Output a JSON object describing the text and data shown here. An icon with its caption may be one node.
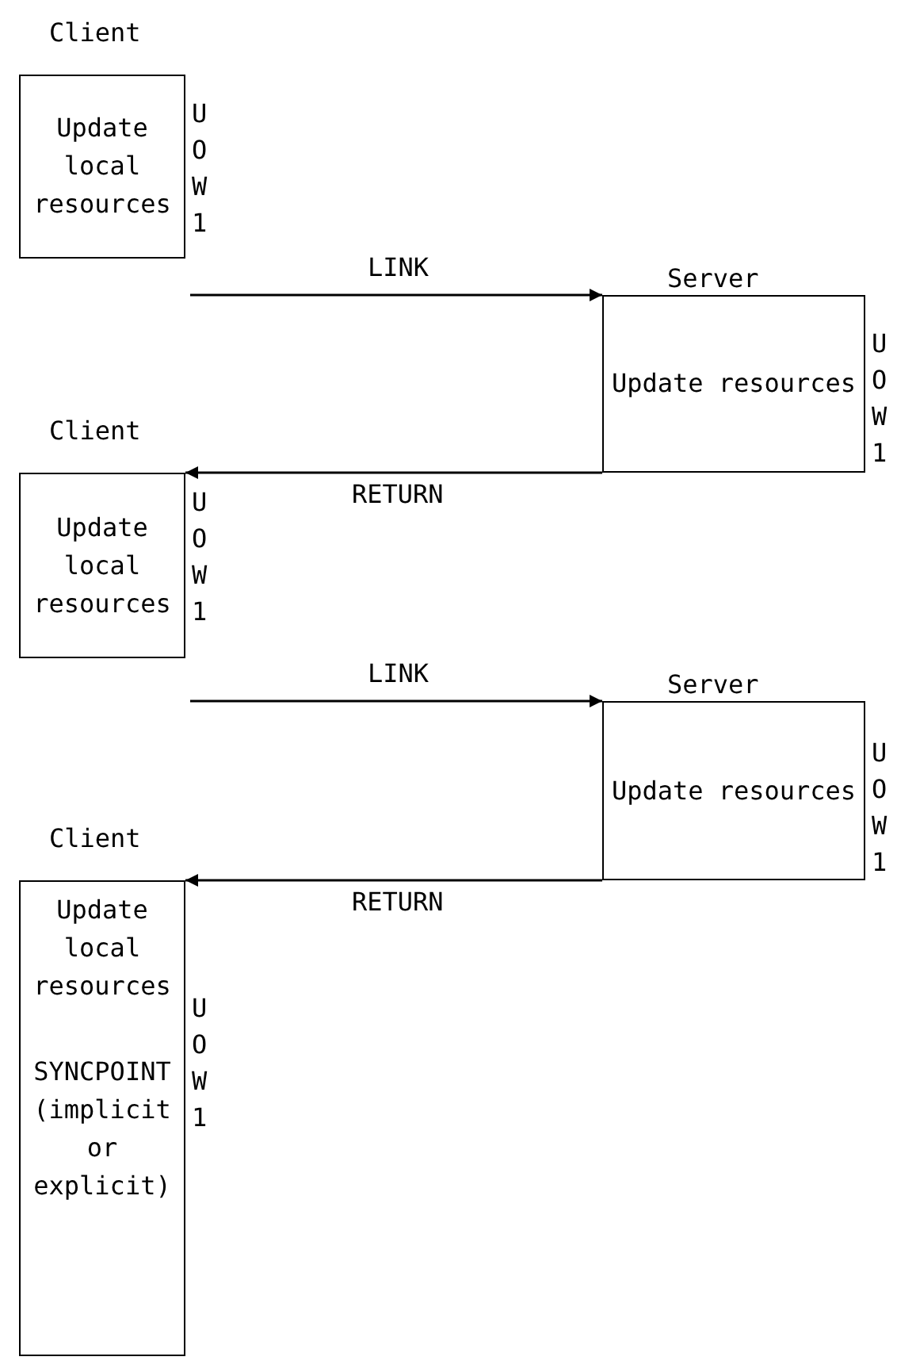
{
  "diagram": {
    "nodes": [
      {
        "text": [
          "Client",
          "Update local resources"
        ],
        "beside": [
          "UOW1"
        ]
      },
      {
        "text": [
          "Server",
          "Update resources"
        ],
        "beside": [
          "UOW1"
        ]
      },
      {
        "text": [
          "Client",
          "Update local resources"
        ],
        "beside": [
          "UOW1"
        ]
      },
      {
        "text": [
          "Server",
          "Update resources"
        ],
        "beside": [
          "UOW1"
        ]
      },
      {
        "text": [
          "Client",
          "Update local resources",
          "SYNCPOINT (implicit or explicit)"
        ],
        "beside": [
          "UOW1"
        ]
      }
    ],
    "edges": [
      {
        "from": 0,
        "to": 1,
        "arrow": "to",
        "label": "LINK"
      },
      {
        "from": 1,
        "to": 2,
        "arrow": "to",
        "label": "RETURN"
      },
      {
        "from": 2,
        "to": 3,
        "arrow": "to",
        "label": "LINK"
      },
      {
        "from": 3,
        "to": 4,
        "arrow": "to",
        "label": "RETURN"
      }
    ]
  }
}
